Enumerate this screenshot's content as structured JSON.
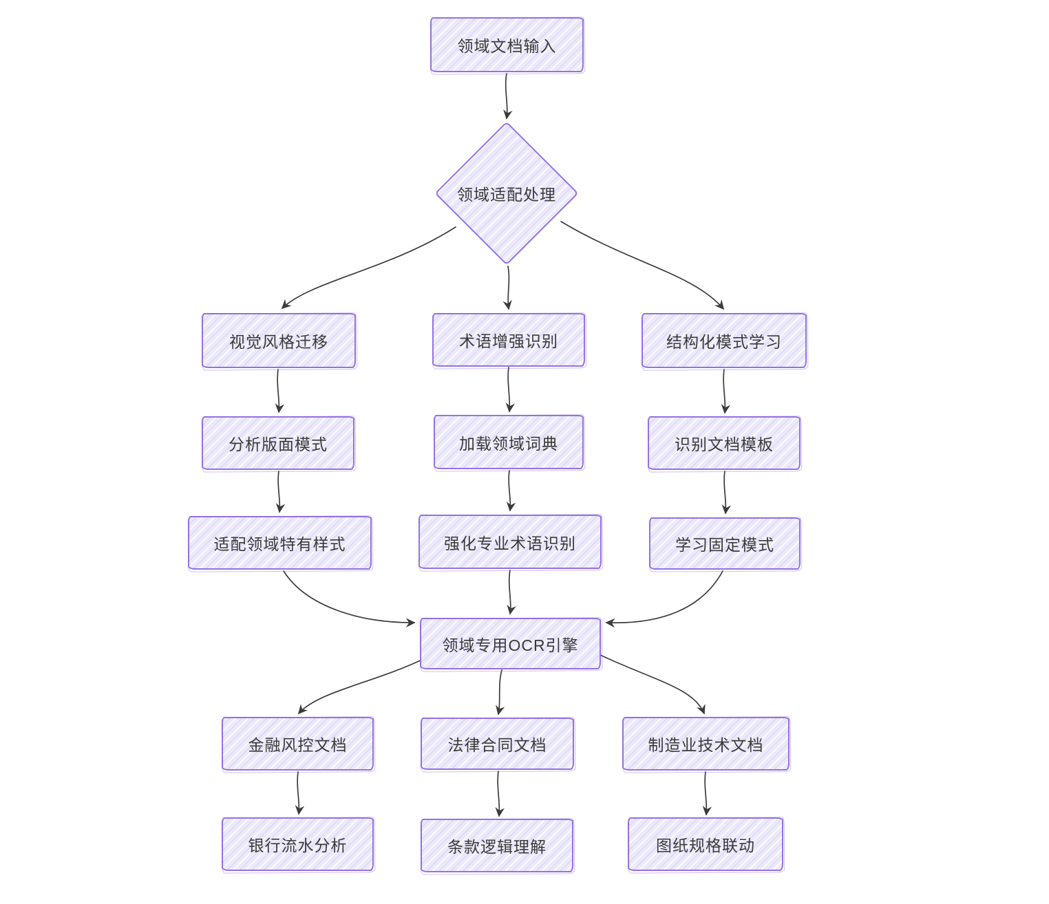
{
  "diagram_type": "hand-drawn flowchart (top-down)",
  "colors": {
    "purple": "#9471e4",
    "fill-base": "#eceafa",
    "ink": "#3a3a3a",
    "arrow": "#3b3b3b",
    "bg": "#ffffff"
  },
  "nodes": {
    "input": {
      "label": "领域文档输入",
      "shape": "rectangle"
    },
    "decision": {
      "label": "领域适配处理",
      "shape": "diamond"
    },
    "visual_style": {
      "label": "视觉风格迁移",
      "shape": "rectangle"
    },
    "layout_analysis": {
      "label": "分析版面模式",
      "shape": "rectangle"
    },
    "domain_styles": {
      "label": "适配领域特有样式",
      "shape": "rectangle"
    },
    "term_recognition": {
      "label": "术语增强识别",
      "shape": "rectangle"
    },
    "load_dictionary": {
      "label": "加载领域词典",
      "shape": "rectangle"
    },
    "term_enhanced": {
      "label": "强化专业术语识别",
      "shape": "rectangle"
    },
    "structured_learning": {
      "label": "结构化模式学习",
      "shape": "rectangle"
    },
    "template_recognition": {
      "label": "识别文档模板",
      "shape": "rectangle"
    },
    "fixed_patterns": {
      "label": "学习固定模式",
      "shape": "rectangle"
    },
    "ocr_engine": {
      "label": "领域专用OCR引擎",
      "shape": "rectangle"
    },
    "finance_docs": {
      "label": "金融风控文档",
      "shape": "rectangle"
    },
    "bank_statements": {
      "label": "银行流水分析",
      "shape": "rectangle"
    },
    "legal_docs": {
      "label": "法律合同文档",
      "shape": "rectangle"
    },
    "clause_logic": {
      "label": "条款逻辑理解",
      "shape": "rectangle"
    },
    "manufacturing_docs": {
      "label": "制造业技术文档",
      "shape": "rectangle"
    },
    "drawing_specs": {
      "label": "图纸规格联动",
      "shape": "rectangle"
    }
  },
  "edges": [
    {
      "from": "input",
      "to": "decision"
    },
    {
      "from": "decision",
      "to": "visual_style"
    },
    {
      "from": "decision",
      "to": "term_recognition"
    },
    {
      "from": "decision",
      "to": "structured_learning"
    },
    {
      "from": "visual_style",
      "to": "layout_analysis"
    },
    {
      "from": "term_recognition",
      "to": "load_dictionary"
    },
    {
      "from": "structured_learning",
      "to": "template_recognition"
    },
    {
      "from": "layout_analysis",
      "to": "domain_styles"
    },
    {
      "from": "load_dictionary",
      "to": "term_enhanced"
    },
    {
      "from": "template_recognition",
      "to": "fixed_patterns"
    },
    {
      "from": "domain_styles",
      "to": "ocr_engine"
    },
    {
      "from": "term_enhanced",
      "to": "ocr_engine"
    },
    {
      "from": "fixed_patterns",
      "to": "ocr_engine"
    },
    {
      "from": "ocr_engine",
      "to": "finance_docs"
    },
    {
      "from": "ocr_engine",
      "to": "legal_docs"
    },
    {
      "from": "ocr_engine",
      "to": "manufacturing_docs"
    },
    {
      "from": "finance_docs",
      "to": "bank_statements"
    },
    {
      "from": "legal_docs",
      "to": "clause_logic"
    },
    {
      "from": "manufacturing_docs",
      "to": "drawing_specs"
    }
  ]
}
